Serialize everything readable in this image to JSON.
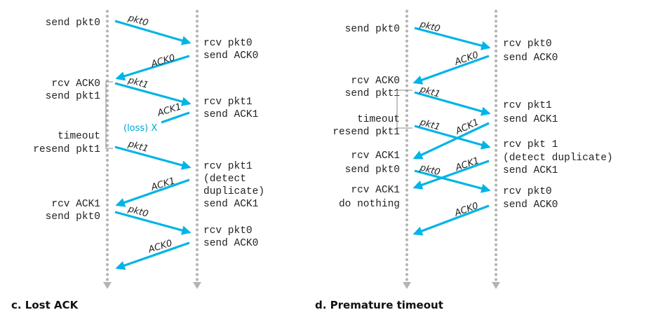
{
  "colors": {
    "arrow": "#00b4e6",
    "timeline": "#b4b4b4",
    "loss_text": "#00a6d6"
  },
  "panel_c": {
    "caption": "c. Lost ACK",
    "sender_events": [
      "send pkt0",
      "rcv ACK0",
      "send pkt1",
      "timeout",
      "resend pkt1",
      "rcv ACK1",
      "send pkt0"
    ],
    "receiver_events": [
      "rcv pkt0",
      "send ACK0",
      "rcv pkt1",
      "send ACK1",
      "rcv pkt1",
      "(detect",
      "duplicate)",
      "send ACK1",
      "rcv pkt0",
      "send ACK0"
    ],
    "messages": [
      "pkt0",
      "ACK0",
      "pkt1",
      "ACK1",
      "pkt1",
      "ACK1",
      "pkt0",
      "ACK0"
    ],
    "loss_label": "(loss) X"
  },
  "panel_d": {
    "caption": "d. Premature timeout",
    "sender_events": [
      "send pkt0",
      "rcv ACK0",
      "send pkt1",
      "timeout",
      "resend pkt1",
      "rcv ACK1",
      "send pkt0",
      "rcv ACK1",
      "do nothing"
    ],
    "receiver_events": [
      "rcv pkt0",
      "send ACK0",
      "rcv pkt1",
      "send ACK1",
      "rcv pkt 1",
      "(detect duplicate)",
      "send ACK1",
      "rcv pkt0",
      "send ACK0"
    ],
    "messages": [
      "pkt0",
      "ACK0",
      "pkt1",
      "pkt1",
      "ACK1",
      "ACK1",
      "pkt0",
      "ACK0"
    ]
  }
}
